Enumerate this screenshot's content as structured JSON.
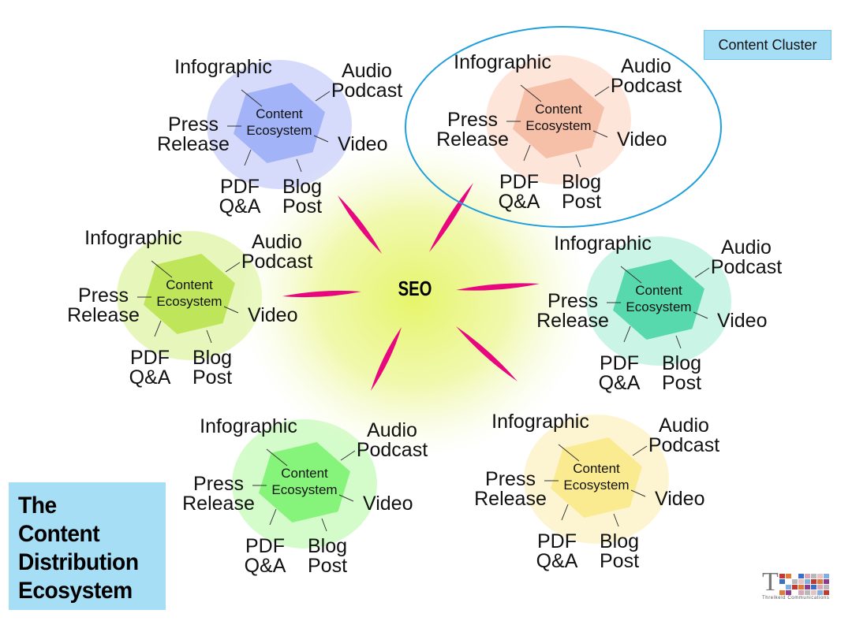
{
  "center": {
    "label": "SEO"
  },
  "cluster_tag": {
    "label": "Content Cluster"
  },
  "hub_label_line1": "Content",
  "hub_label_line2": "Ecosystem",
  "channels": {
    "infographic": "Infographic",
    "audio_podcast_line1": "Audio",
    "audio_podcast_line2": "Podcast",
    "press_release_line1": "Press",
    "press_release_line2": "Release",
    "video": "Video",
    "pdf_qa_line1": "PDF",
    "pdf_qa_line2": "Q&A",
    "blog_post_line1": "Blog",
    "blog_post_line2": "Post"
  },
  "clusters": [
    {
      "id": "top-left",
      "hex_color": "#a3b3f7",
      "glow_color": "#c8cffb"
    },
    {
      "id": "top-right",
      "hex_color": "#f6bfa8",
      "glow_color": "#fcdccc"
    },
    {
      "id": "middle-left",
      "hex_color": "#bfe65a",
      "glow_color": "#dff4a6"
    },
    {
      "id": "middle-right",
      "hex_color": "#57d9ad",
      "glow_color": "#b8f0dc"
    },
    {
      "id": "bottom-left",
      "hex_color": "#86f47a",
      "glow_color": "#c6f9b8"
    },
    {
      "id": "bottom-right",
      "hex_color": "#faea90",
      "glow_color": "#fcf2c2"
    }
  ],
  "colors": {
    "spoke": "#e8077e",
    "seo_glow": "#e6f56a",
    "cluster_ring": "#1f9fdc",
    "title_box": "#a6def6"
  },
  "title": {
    "line1": "The",
    "line2": "Content",
    "line3": "Distribution",
    "line4": "Ecosystem"
  },
  "logo": {
    "mark": "T",
    "name": "Threlkeld Communications"
  }
}
